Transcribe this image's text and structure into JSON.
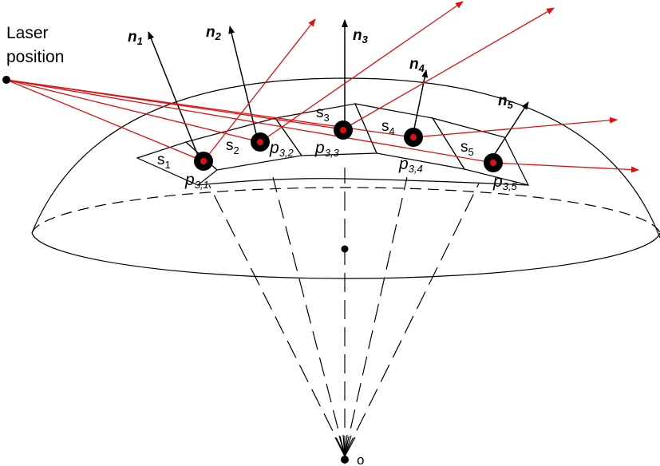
{
  "laser_label": {
    "line1": "Laser",
    "line2": "position"
  },
  "origin_label": "o",
  "normal_symbol": "n",
  "normals": [
    {
      "sub": "1"
    },
    {
      "sub": "2"
    },
    {
      "sub": "3"
    },
    {
      "sub": "4"
    },
    {
      "sub": "5"
    }
  ],
  "segments": [
    {
      "symbol": "s",
      "sub": "1"
    },
    {
      "symbol": "s",
      "sub": "2"
    },
    {
      "symbol": "s",
      "sub": "3"
    },
    {
      "symbol": "s",
      "sub": "4"
    },
    {
      "symbol": "s",
      "sub": "5"
    }
  ],
  "points": [
    {
      "symbol": "p",
      "sub": "3,1"
    },
    {
      "symbol": "p",
      "sub": "3,2"
    },
    {
      "symbol": "p",
      "sub": "3,3"
    },
    {
      "symbol": "p",
      "sub": "3,4"
    },
    {
      "symbol": "p",
      "sub": "3,5"
    }
  ],
  "colors": {
    "ray": "#dd1111",
    "line": "#000000",
    "background": "#ffffff"
  }
}
